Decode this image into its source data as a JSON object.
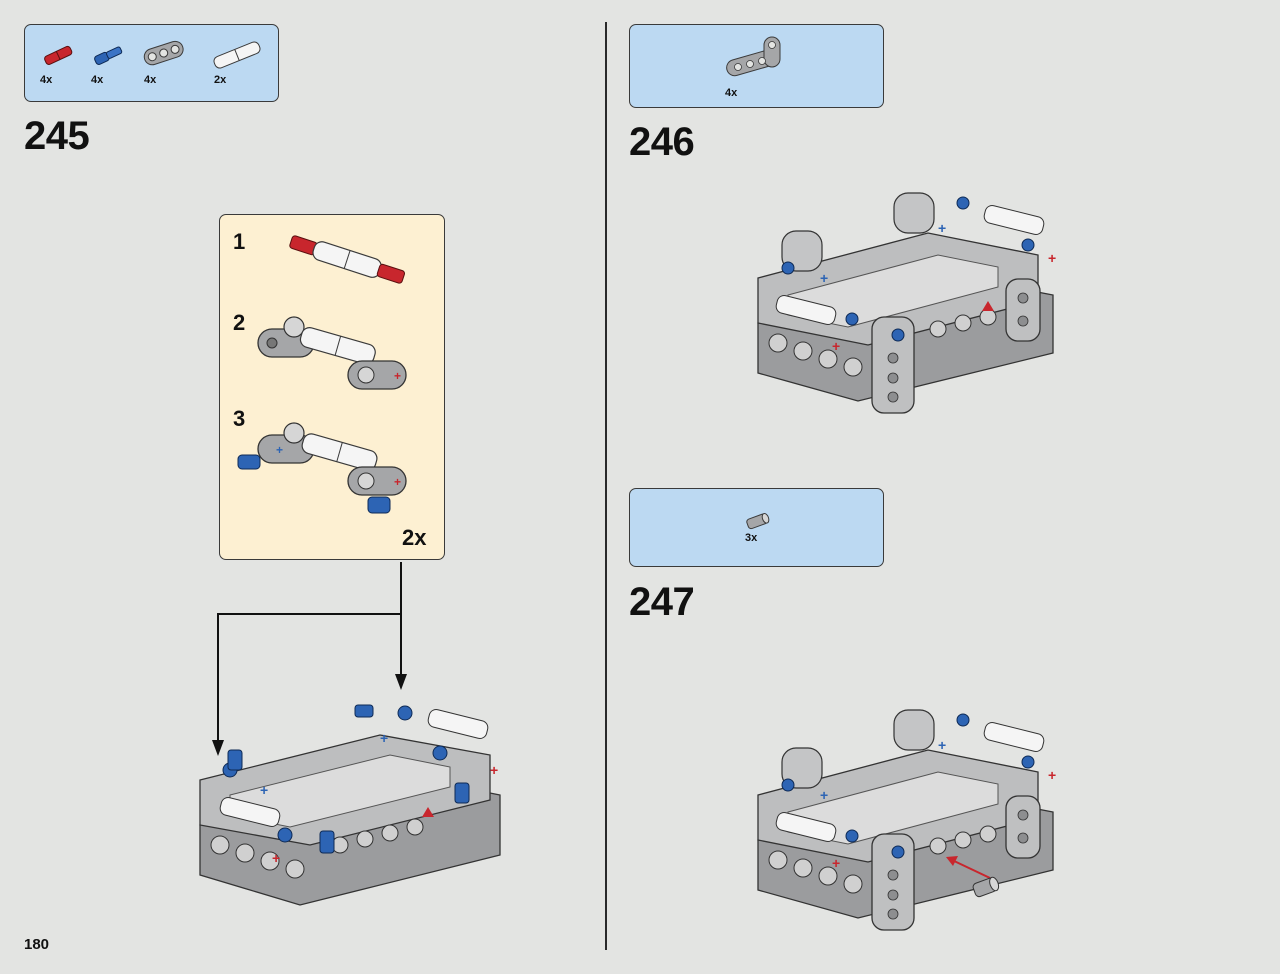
{
  "page": {
    "number": "180"
  },
  "step245": {
    "number": "245",
    "parts": [
      {
        "icon": "red-axle-pin-icon",
        "qty": "4x",
        "color": "#c8262d"
      },
      {
        "icon": "blue-axle-pin-icon",
        "qty": "4x",
        "color": "#2d64b4"
      },
      {
        "icon": "gray-connector-beam-icon",
        "qty": "4x",
        "color": "#a5a6a8"
      },
      {
        "icon": "white-axle-connector-icon",
        "qty": "2x",
        "color": "#f3f3f3"
      }
    ],
    "substeps": [
      {
        "number": "1"
      },
      {
        "number": "2"
      },
      {
        "number": "3"
      }
    ],
    "multiplier": "2x"
  },
  "step246": {
    "number": "246",
    "parts": [
      {
        "icon": "gray-bent-beam-icon",
        "qty": "4x",
        "color": "#a5a6a8"
      }
    ]
  },
  "step247": {
    "number": "247",
    "parts": [
      {
        "icon": "gray-bush-icon",
        "qty": "3x",
        "color": "#a5a6a8"
      }
    ]
  }
}
